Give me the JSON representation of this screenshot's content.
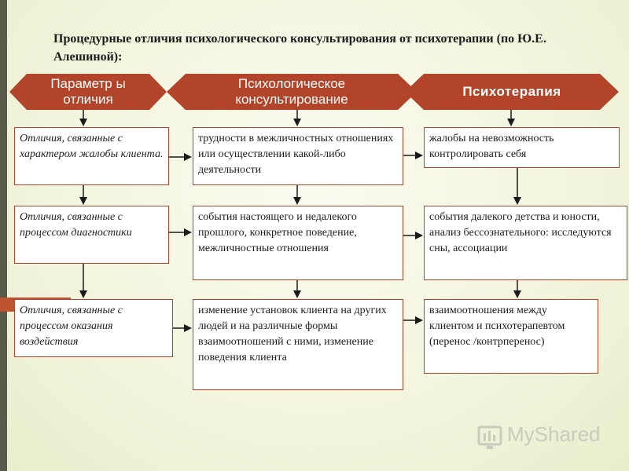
{
  "title": "Процедурные отличия психологического консультирования от психотерапии (по Ю.Е. Алешиной):",
  "headers": {
    "parameter": "Параметр ы отличия",
    "counseling": "Психологическое консультирование",
    "therapy": "Психотерапия"
  },
  "rows": [
    {
      "parameter": "Отличия, связанные с характером жалобы клиента.",
      "counseling": "трудности в межличностных отношениях или осуществлении какой-либо деятельности",
      "therapy": "жалобы на невозможность контролировать себя"
    },
    {
      "parameter": "Отличия, связанные с процессом диагностики",
      "counseling": "события настоящего и недалекого прошлого, конкретное поведение, межличностные отношения",
      "therapy": "события далекого детства и юности, анализ бессознательного: исследуются сны, ассоциации"
    },
    {
      "parameter": "Отличия, связанные с процессом оказания воздействия",
      "counseling": "изменение установок клиента на других людей и на различные формы взаимоотношений с ними, изменение поведения клиента",
      "therapy": "взаимоотношения между клиентом и психотерапевтом (перенос /контрперенос)"
    }
  ],
  "colors": {
    "accent": "#b2442a",
    "sidebar": "#5a5a4b"
  },
  "icons": {
    "arrow": "arrow-down-icon"
  }
}
